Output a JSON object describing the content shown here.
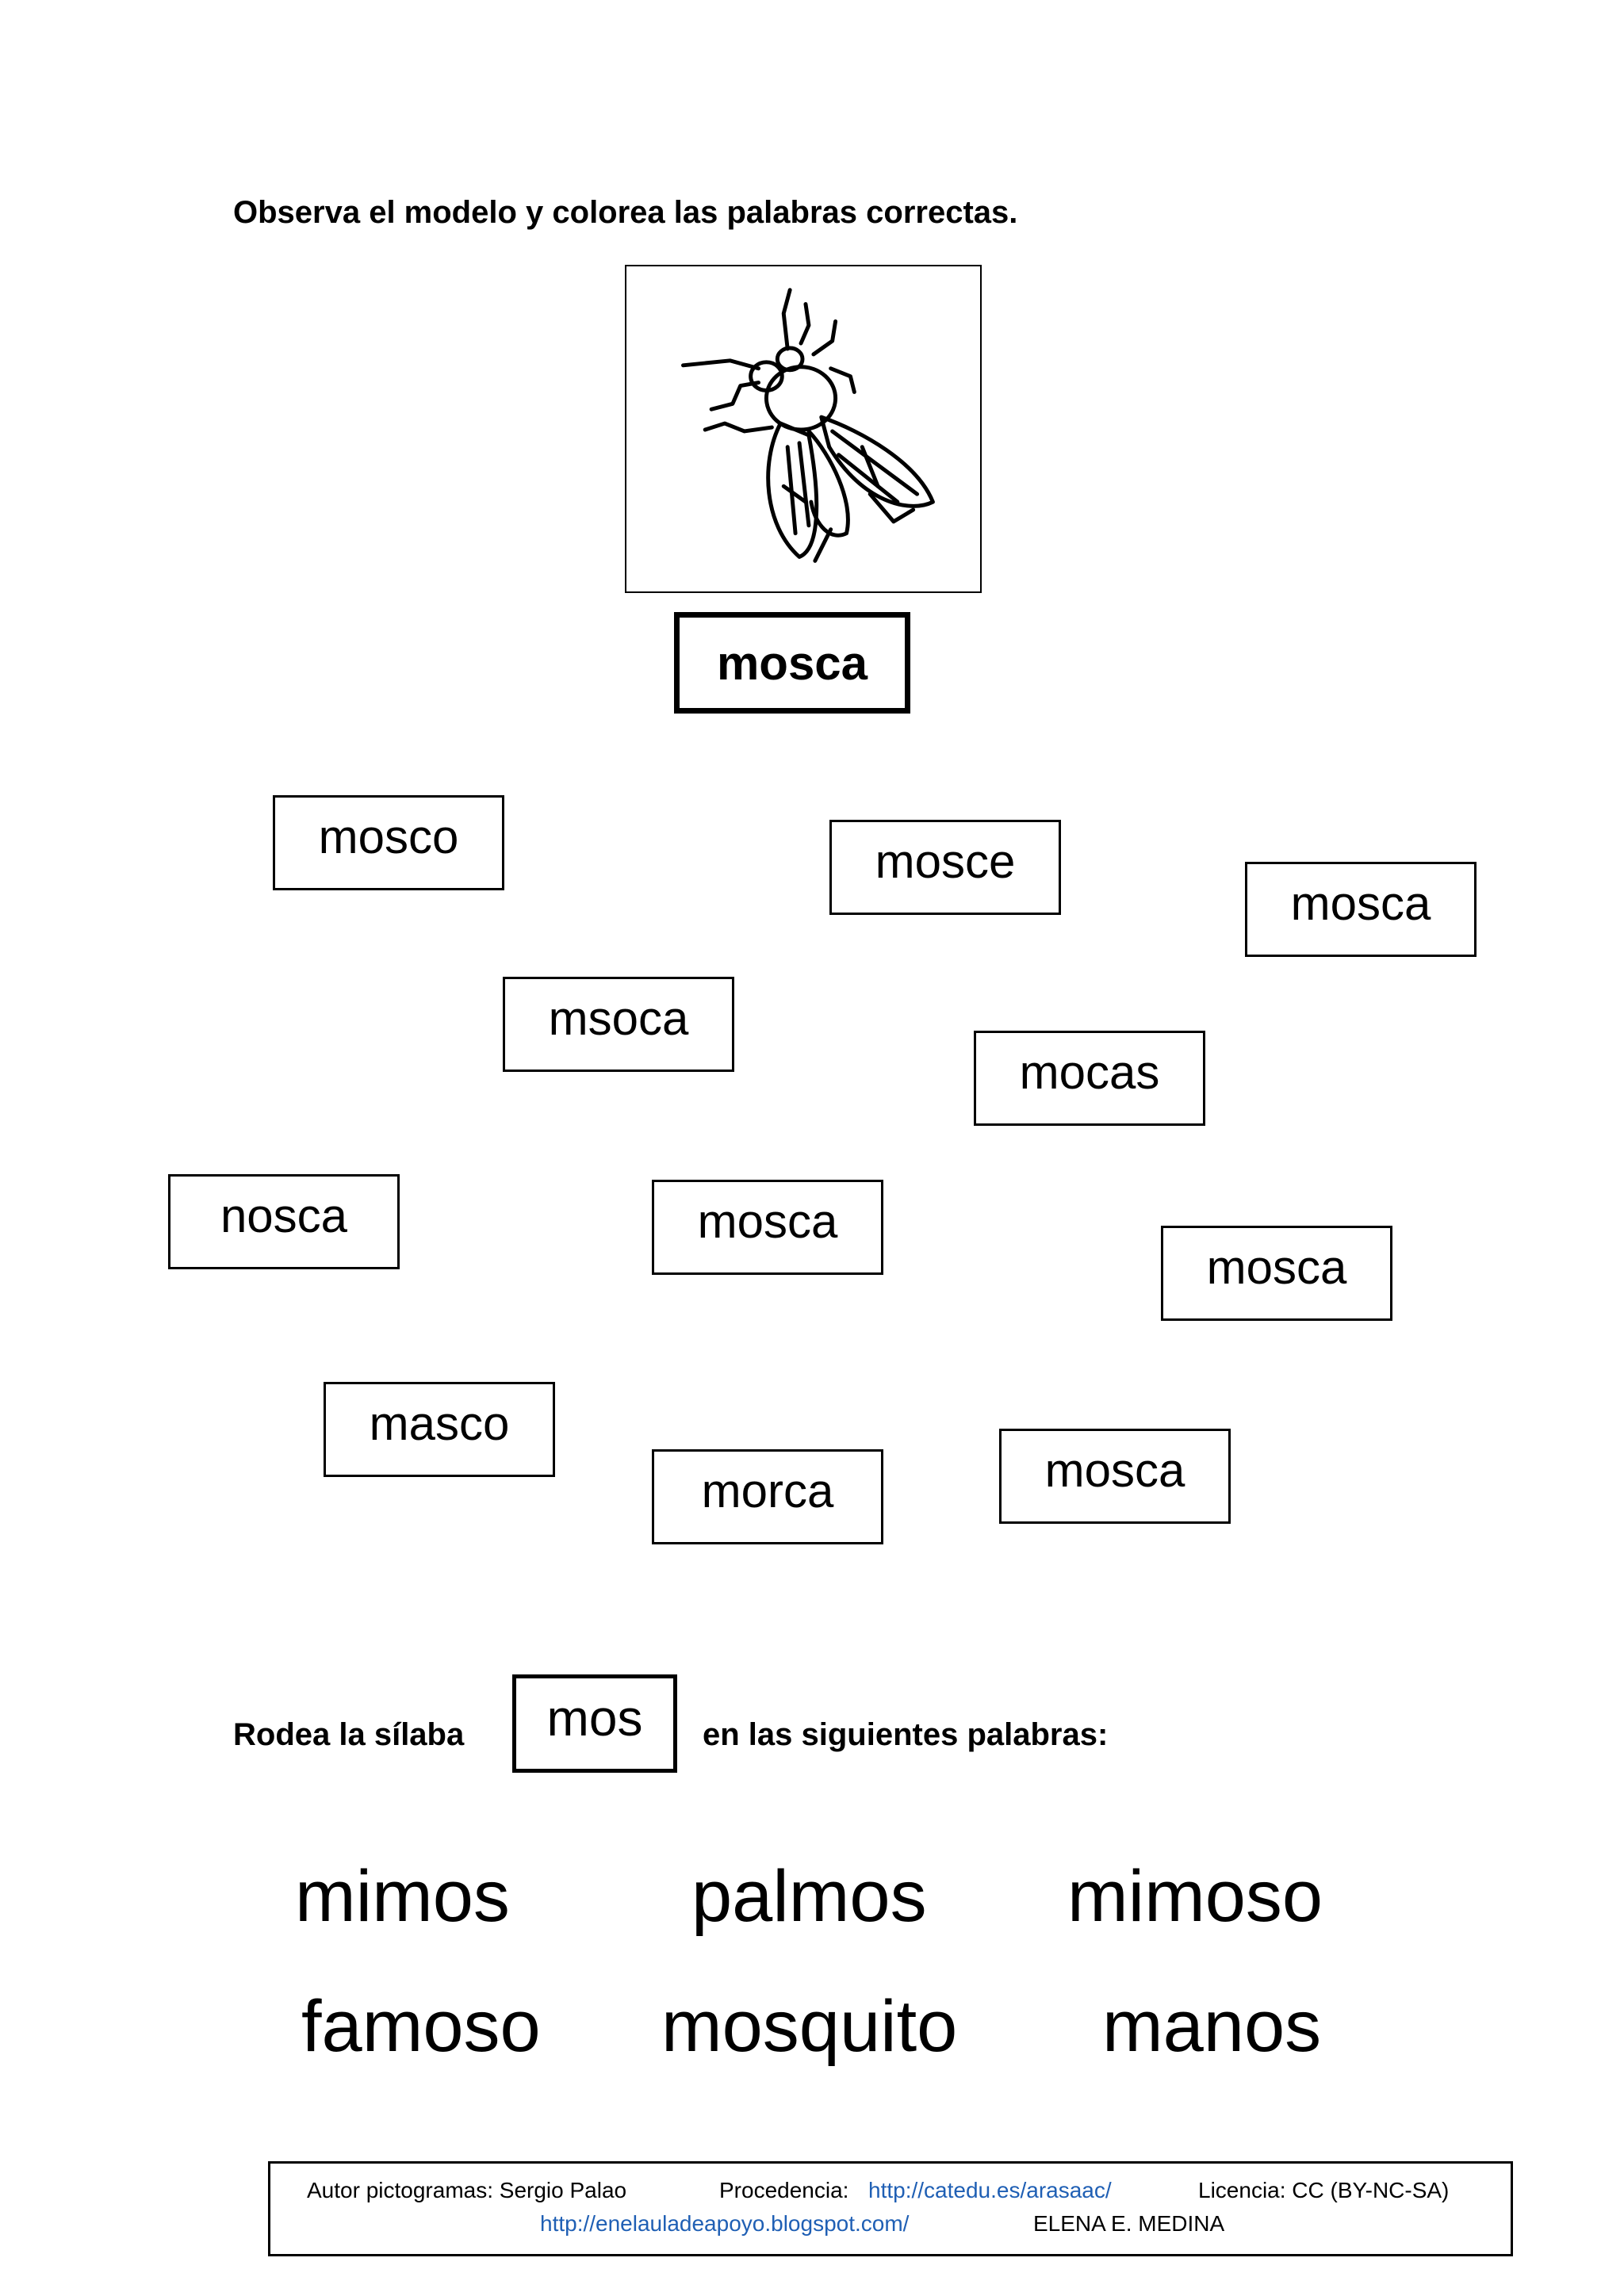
{
  "instructions": {
    "color_task": "Observa el modelo y colorea las palabras correctas.",
    "circle_before": "Rodea la sílaba",
    "circle_after": "en las siguientes palabras:"
  },
  "pictogram": {
    "icon": "fly-icon"
  },
  "model_word": "mosca",
  "word_boxes": [
    "mosco",
    "mosce",
    "mosca",
    "msoca",
    "mocas",
    "nosca",
    "mosca",
    "mosca",
    "masco",
    "morca",
    "mosca"
  ],
  "syllable": "mos",
  "syllable_words": [
    "mimos",
    "palmos",
    "mimoso",
    "famoso",
    "mosquito",
    "manos"
  ],
  "footer": {
    "author": "Autor pictogramas: Sergio Palao",
    "source_label": "Procedencia:",
    "source_url": "http://catedu.es/arasaac/",
    "license": "Licencia: CC (BY-NC-SA)",
    "blog_url": "http://enelauladeapoyo.blogspot.com/",
    "credit": "ELENA E. MEDINA"
  },
  "colors": {
    "link": "#1f5fb4",
    "text": "#000000"
  }
}
